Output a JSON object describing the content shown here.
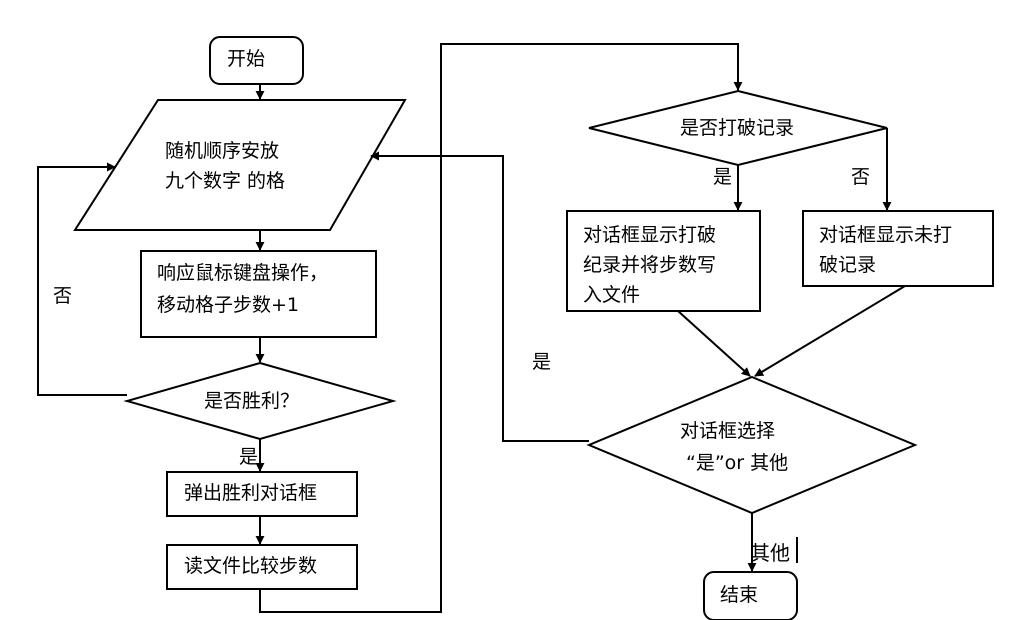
{
  "nodes": {
    "start": "开始",
    "place_line1": "随机顺序安放",
    "place_line2": "九个数字 的格",
    "respond_line1": "响应鼠标键盘操作，",
    "respond_line2": "移动格子步数+1",
    "win_check": "是否胜利？",
    "win_dialog": "弹出胜利对话框",
    "read_compare": "读文件比较步数",
    "record_check": "是否打破记录",
    "broke_line1": "对话框显示打破",
    "broke_line2": "纪录并将步数写",
    "broke_line3": "入文件",
    "notbroke_line1": "对话框显示未打",
    "notbroke_line2": "破记录",
    "choose_line1": "对话框选择",
    "choose_line2": "“是”or 其他",
    "end": "结束"
  },
  "edges": {
    "win_no": "否",
    "win_yes": "是",
    "record_yes": "是",
    "record_no": "否",
    "choose_yes": "是",
    "choose_other": "其他"
  },
  "colors": {
    "stroke": "#000000",
    "background": "#ffffff"
  }
}
